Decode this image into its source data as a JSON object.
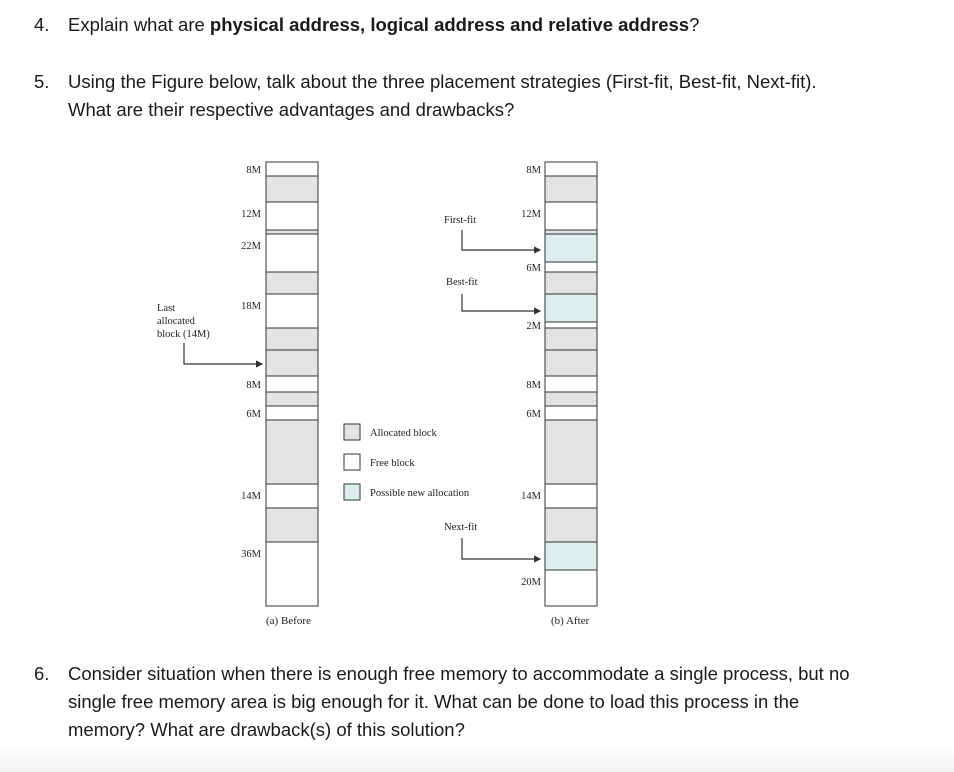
{
  "questions": [
    {
      "number": "4.",
      "parts": [
        {
          "text": "Explain what are ",
          "bold": false
        },
        {
          "text": "physical address, logical address and relative address",
          "bold": true
        },
        {
          "text": "?",
          "bold": false
        }
      ]
    },
    {
      "number": "5.",
      "lines": [
        "Using the Figure below, talk about the three placement strategies (First-fit, Best-fit, Next-fit).",
        "What are their respective advantages and drawbacks?"
      ]
    },
    {
      "number": "6.",
      "lines": [
        "Consider situation when there is enough free memory to accommodate a single process, but no",
        "single free memory area is big enough for it. What can be done to load this process in the",
        "memory? What are drawback(s) of this solution?"
      ]
    }
  ],
  "figure": {
    "before": {
      "caption": "(a) Before",
      "blocks": [
        {
          "kind": "free",
          "label": "8M"
        },
        {
          "kind": "allocated"
        },
        {
          "kind": "free",
          "label": "12M"
        },
        {
          "kind": "allocated"
        },
        {
          "kind": "free",
          "label": "22M"
        },
        {
          "kind": "allocated"
        },
        {
          "kind": "free",
          "label": "18M"
        },
        {
          "kind": "allocated"
        },
        {
          "kind": "allocated"
        },
        {
          "kind": "free",
          "label": "8M"
        },
        {
          "kind": "allocated"
        },
        {
          "kind": "free",
          "label": "6M"
        },
        {
          "kind": "allocated"
        },
        {
          "kind": "free",
          "label": "14M"
        },
        {
          "kind": "allocated"
        },
        {
          "kind": "free",
          "label": "36M"
        }
      ]
    },
    "after": {
      "caption": "(b) After",
      "blocks": [
        {
          "kind": "free",
          "label": "8M"
        },
        {
          "kind": "allocated"
        },
        {
          "kind": "free",
          "label": "12M"
        },
        {
          "kind": "allocated"
        },
        {
          "kind": "new"
        },
        {
          "kind": "free",
          "label": "6M"
        },
        {
          "kind": "allocated"
        },
        {
          "kind": "new"
        },
        {
          "kind": "free",
          "label": "2M"
        },
        {
          "kind": "allocated"
        },
        {
          "kind": "allocated"
        },
        {
          "kind": "free",
          "label": "8M"
        },
        {
          "kind": "allocated"
        },
        {
          "kind": "free",
          "label": "6M"
        },
        {
          "kind": "allocated"
        },
        {
          "kind": "free",
          "label": "14M"
        },
        {
          "kind": "allocated"
        },
        {
          "kind": "new"
        },
        {
          "kind": "free",
          "label": "20M"
        }
      ]
    },
    "strategies": {
      "first_fit": "First-fit",
      "best_fit": "Best-fit",
      "next_fit": "Next-fit"
    },
    "last_allocated": [
      "Last",
      "allocated",
      "block (14M)"
    ],
    "legend": {
      "allocated": "Allocated block",
      "free": "Free block",
      "new": "Possible new allocation"
    },
    "colors": {
      "allocated": "#e3e3e3",
      "free": "#ffffff",
      "new": "#deeeee",
      "border": "#333333"
    }
  }
}
